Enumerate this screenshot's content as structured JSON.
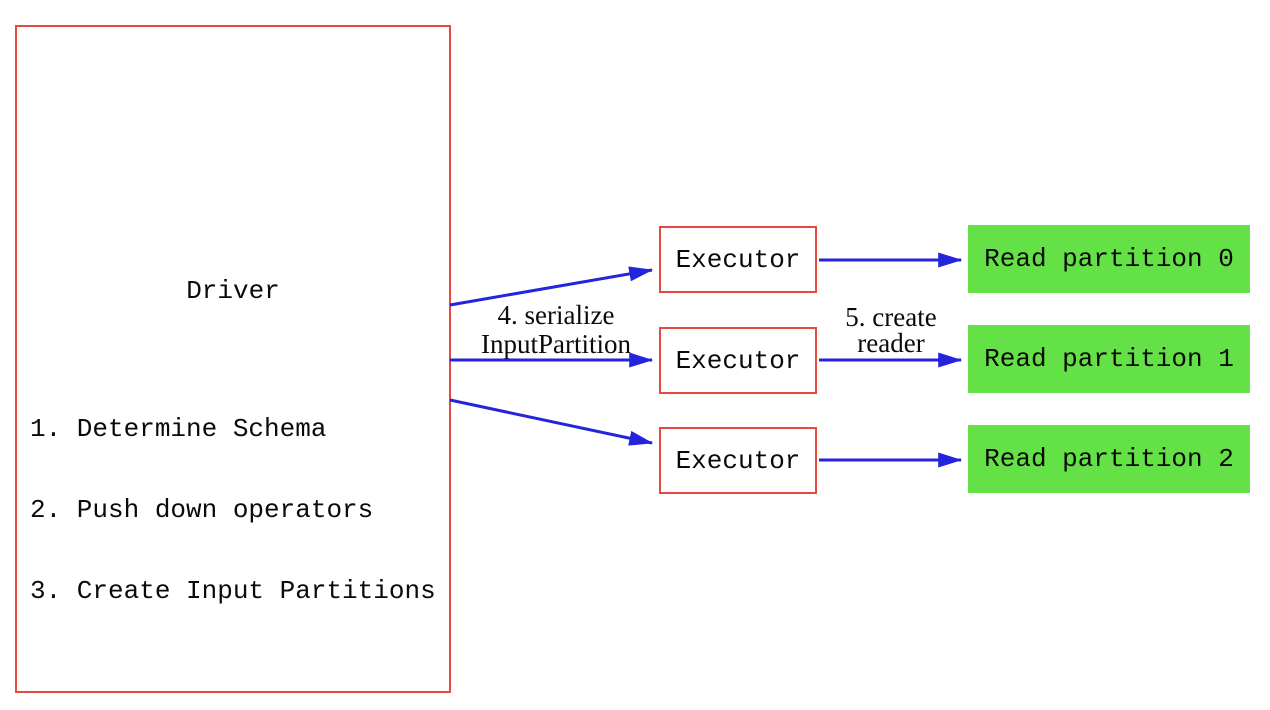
{
  "colors": {
    "red": "#e64a3e",
    "blue": "#2424dd",
    "green": "#65e148",
    "text": "#0a0a0a",
    "background": "#ffffff"
  },
  "driver": {
    "title": "Driver",
    "steps": [
      "1. Determine Schema",
      "2. Push down operators",
      "3. Create Input Partitions"
    ]
  },
  "executors": [
    {
      "label": "Executor"
    },
    {
      "label": "Executor"
    },
    {
      "label": "Executor"
    }
  ],
  "partitions": [
    {
      "label": "Read partition 0"
    },
    {
      "label": "Read partition 1"
    },
    {
      "label": "Read partition 2"
    }
  ],
  "arrows": {
    "serialize_label_line1": "4. serialize",
    "serialize_label_line2": "InputPartition",
    "reader_label_line1": "5. create",
    "reader_label_line2": "reader"
  }
}
